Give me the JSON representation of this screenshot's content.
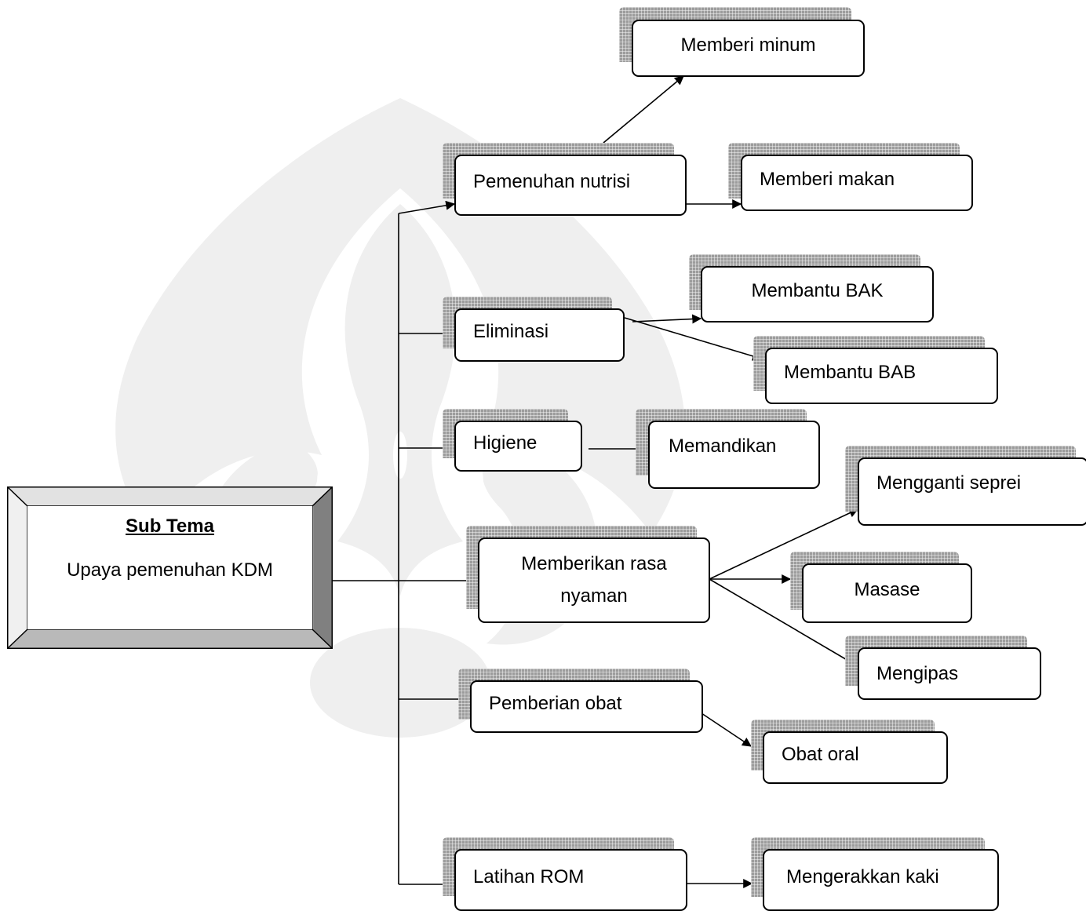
{
  "root": {
    "title": "Sub Tema",
    "subtitle": "Upaya pemenuhan KDM"
  },
  "categories": {
    "nutrisi": "Pemenuhan nutrisi",
    "eliminasi": "Eliminasi",
    "higiene": "Higiene",
    "nyaman": "Memberikan rasa nyaman",
    "obat": "Pemberian obat",
    "rom": "Latihan ROM"
  },
  "actions": {
    "minum": "Memberi minum",
    "makan": "Memberi makan",
    "bak": "Membantu BAK",
    "bab": "Membantu BAB",
    "memandikan": "Memandikan",
    "seprei": "Mengganti seprei",
    "masase": "Masase",
    "mengipas": "Mengipas",
    "obat_oral": "Obat oral",
    "kaki": "Mengerakkan kaki"
  },
  "colors": {
    "line": "#000000",
    "shadow": "#9c9c9c",
    "watermark": "#efefef"
  }
}
